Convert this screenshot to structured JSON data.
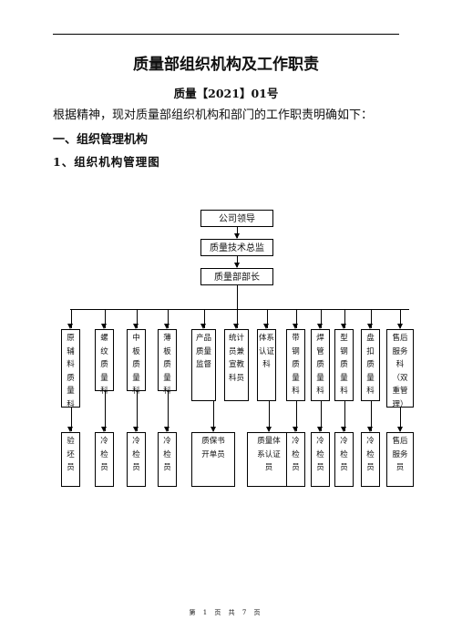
{
  "document": {
    "title": "质量部组织机构及工作职责",
    "doc_number": "质量【2021】01号",
    "intro": "根据精神，现对质量部组织机构和部门的工作职责明确如下：",
    "section_heading": "一、组织管理机构",
    "subsection_heading": "1、组织机构管理图"
  },
  "org_chart": {
    "top": [
      "公司领导",
      "质量技术总监",
      "质量部部长"
    ],
    "departments": [
      {
        "lines": [
          "原",
          "辅",
          "料",
          "质",
          "量",
          "科"
        ]
      },
      {
        "lines": [
          "螺",
          "纹",
          "质",
          "量",
          "科"
        ]
      },
      {
        "lines": [
          "中",
          "板",
          "质",
          "量",
          "科"
        ]
      },
      {
        "lines": [
          "薄",
          "板",
          "质",
          "量",
          "科"
        ]
      },
      {
        "lines": [
          "产品",
          "质量",
          "监督"
        ]
      },
      {
        "lines": [
          "统计",
          "员兼",
          "宣教",
          "科员"
        ]
      },
      {
        "lines": [
          "体系",
          "认证",
          "科"
        ]
      },
      {
        "lines": [
          "带",
          "钢",
          "质",
          "量",
          "科"
        ]
      },
      {
        "lines": [
          "焊",
          "管",
          "质",
          "量",
          "科"
        ]
      },
      {
        "lines": [
          "型",
          "钢",
          "质",
          "量",
          "科"
        ]
      },
      {
        "lines": [
          "盘",
          "扣",
          "质",
          "量",
          "科"
        ]
      },
      {
        "lines": [
          "售后",
          "服务",
          "科",
          "（双",
          "重管",
          "理）"
        ]
      }
    ],
    "staff": [
      {
        "lines": [
          "验",
          "坯",
          "员"
        ]
      },
      {
        "lines": [
          "冷",
          "检",
          "员"
        ]
      },
      {
        "lines": [
          "冷",
          "检",
          "员"
        ]
      },
      {
        "lines": [
          "冷",
          "检",
          "员"
        ]
      },
      {
        "lines": [
          "质保书",
          "开单员"
        ]
      },
      {
        "lines": [
          "质量体",
          "系认证",
          "员"
        ]
      },
      {
        "lines": [
          "冷",
          "检",
          "员"
        ]
      },
      {
        "lines": [
          "冷",
          "检",
          "员"
        ]
      },
      {
        "lines": [
          "冷",
          "检",
          "员"
        ]
      },
      {
        "lines": [
          "冷",
          "检",
          "员"
        ]
      },
      {
        "lines": [
          "售后",
          "服务",
          "员"
        ]
      }
    ]
  },
  "footer": {
    "page_label": "第 1 页 共 7 页"
  }
}
